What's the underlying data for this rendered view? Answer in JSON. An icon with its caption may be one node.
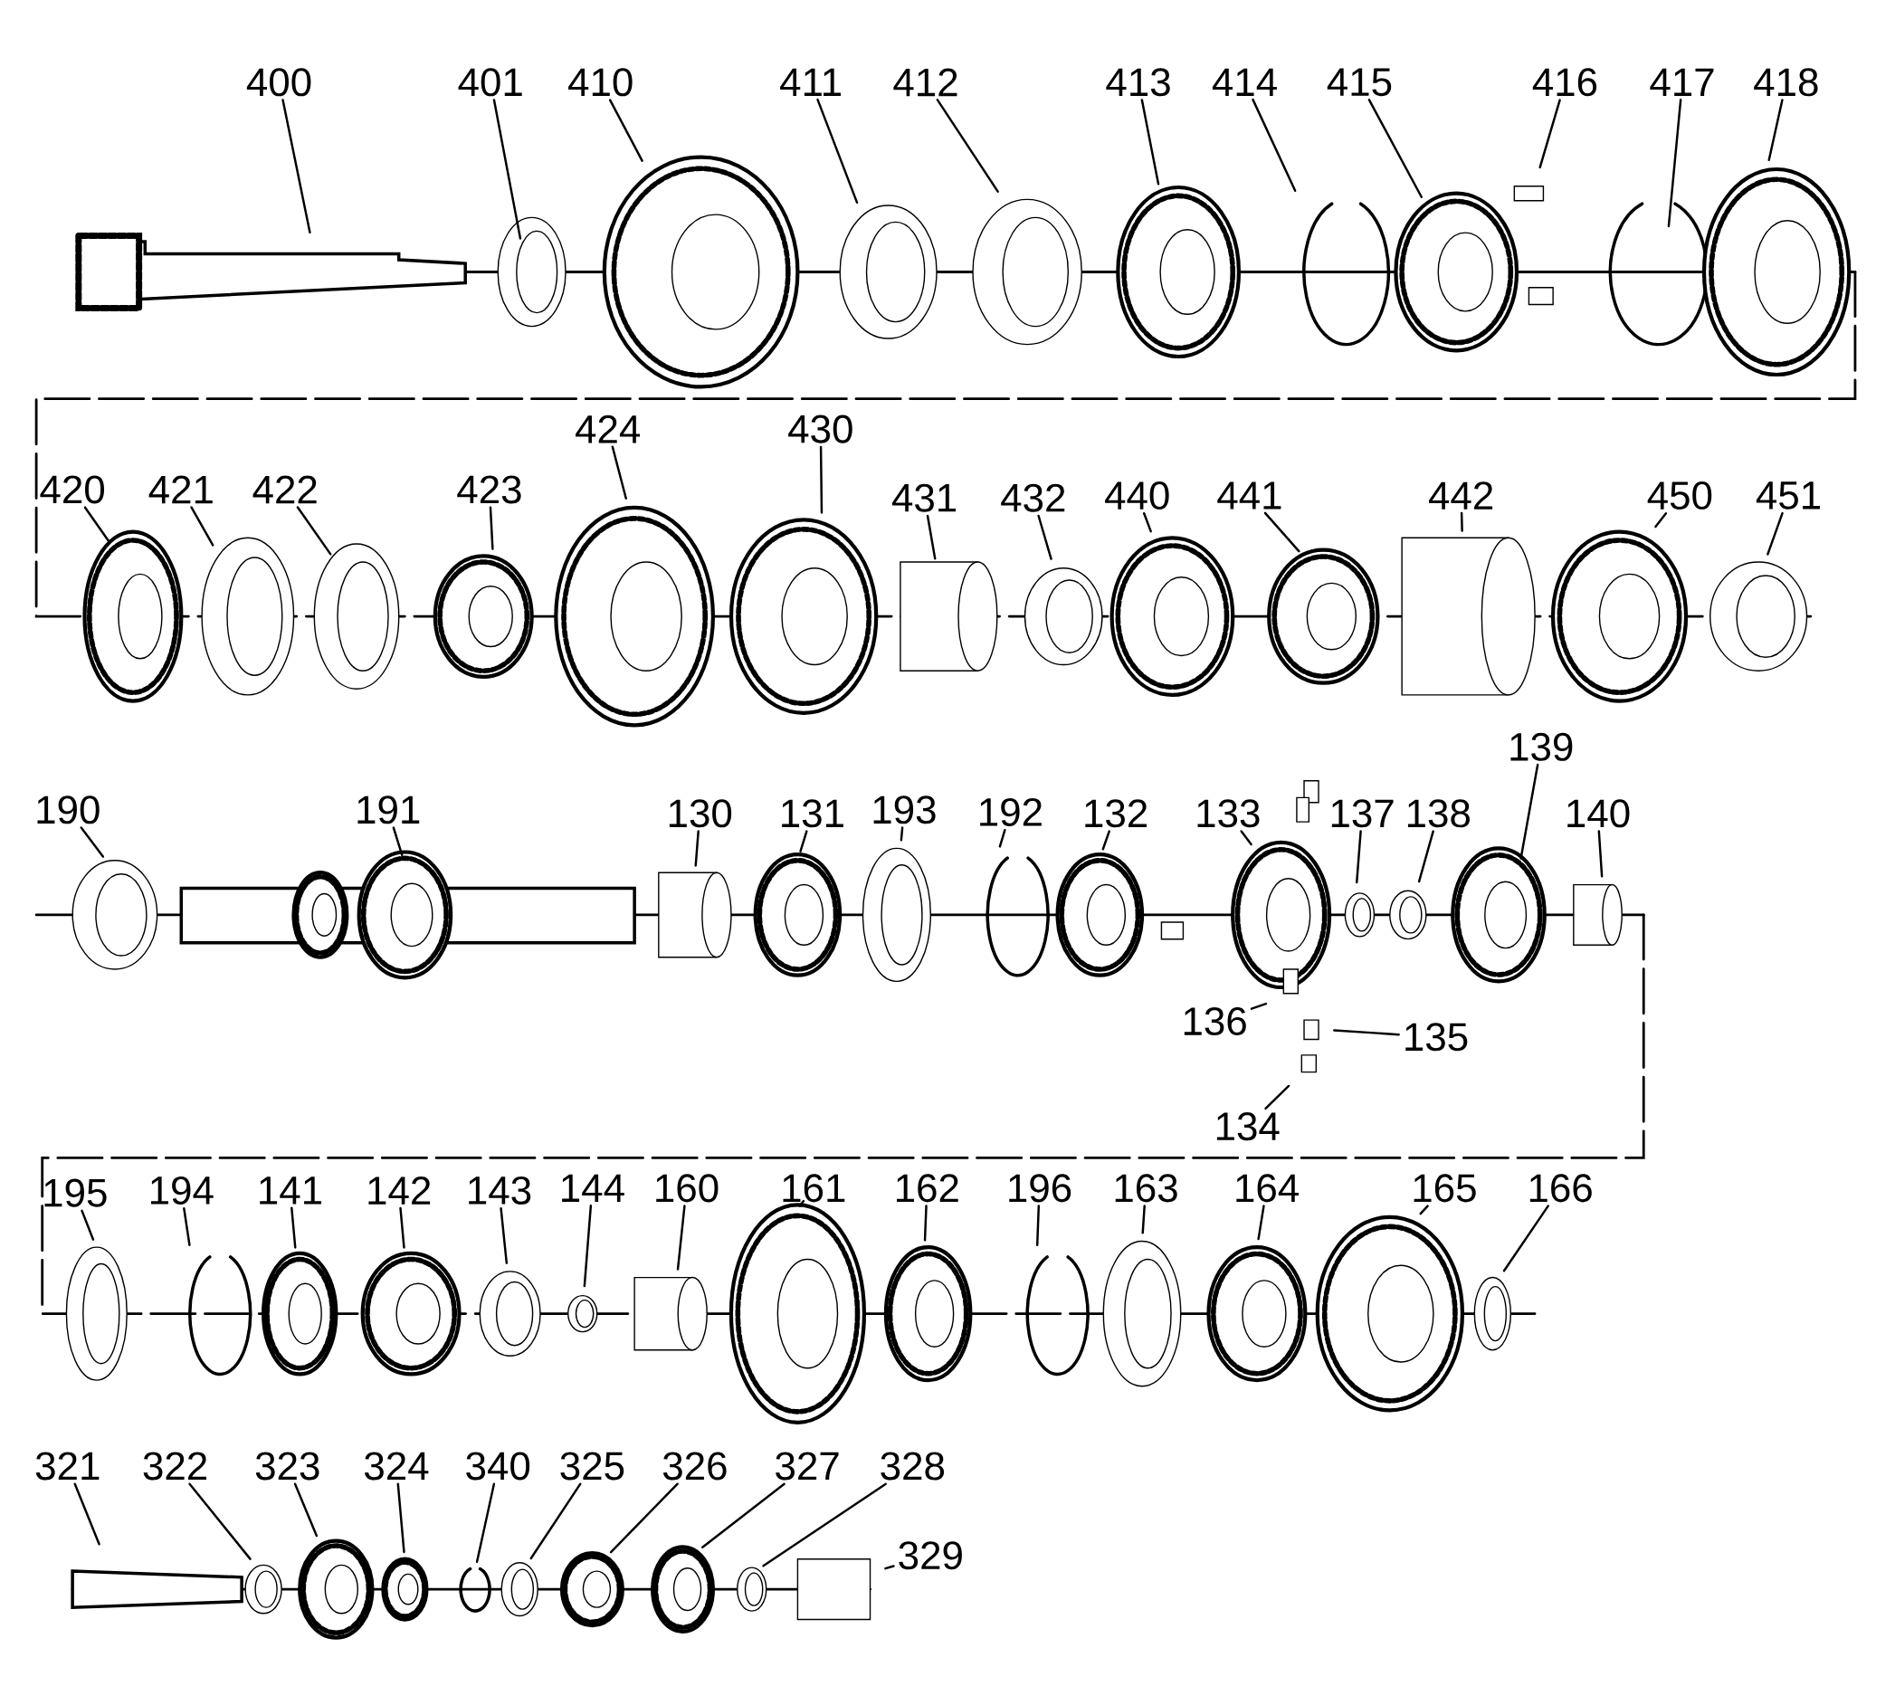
{
  "diagram": {
    "nodes": [
      {
        "text": [
          "400"
        ]
      },
      {
        "text": [
          "401"
        ]
      },
      {
        "text": [
          "410"
        ]
      },
      {
        "text": [
          "411"
        ]
      },
      {
        "text": [
          "412"
        ]
      },
      {
        "text": [
          "413"
        ]
      },
      {
        "text": [
          "414"
        ]
      },
      {
        "text": [
          "415"
        ]
      },
      {
        "text": [
          "416"
        ]
      },
      {
        "text": [
          "417"
        ]
      },
      {
        "text": [
          "418"
        ]
      },
      {
        "text": [
          "420"
        ]
      },
      {
        "text": [
          "421"
        ]
      },
      {
        "text": [
          "422"
        ]
      },
      {
        "text": [
          "423"
        ]
      },
      {
        "text": [
          "424"
        ]
      },
      {
        "text": [
          "430"
        ]
      },
      {
        "text": [
          "431"
        ]
      },
      {
        "text": [
          "432"
        ]
      },
      {
        "text": [
          "440"
        ]
      },
      {
        "text": [
          "441"
        ]
      },
      {
        "text": [
          "442"
        ]
      },
      {
        "text": [
          "450"
        ]
      },
      {
        "text": [
          "451"
        ]
      },
      {
        "text": [
          "190"
        ]
      },
      {
        "text": [
          "191"
        ]
      },
      {
        "text": [
          "130"
        ]
      },
      {
        "text": [
          "131"
        ]
      },
      {
        "text": [
          "193"
        ]
      },
      {
        "text": [
          "192"
        ]
      },
      {
        "text": [
          "132"
        ]
      },
      {
        "text": [
          "133"
        ]
      },
      {
        "text": [
          "137"
        ]
      },
      {
        "text": [
          "138"
        ]
      },
      {
        "text": [
          "139"
        ]
      },
      {
        "text": [
          "140"
        ]
      },
      {
        "text": [
          "136"
        ]
      },
      {
        "text": [
          "135"
        ]
      },
      {
        "text": [
          "134"
        ]
      },
      {
        "text": [
          "195"
        ]
      },
      {
        "text": [
          "194"
        ]
      },
      {
        "text": [
          "141"
        ]
      },
      {
        "text": [
          "142"
        ]
      },
      {
        "text": [
          "143"
        ]
      },
      {
        "text": [
          "144"
        ]
      },
      {
        "text": [
          "160"
        ]
      },
      {
        "text": [
          "161"
        ]
      },
      {
        "text": [
          "162"
        ]
      },
      {
        "text": [
          "196"
        ]
      },
      {
        "text": [
          "163"
        ]
      },
      {
        "text": [
          "164"
        ]
      },
      {
        "text": [
          "165"
        ]
      },
      {
        "text": [
          "166"
        ]
      },
      {
        "text": [
          "321"
        ]
      },
      {
        "text": [
          "322"
        ]
      },
      {
        "text": [
          "323"
        ]
      },
      {
        "text": [
          "324"
        ]
      },
      {
        "text": [
          "340"
        ]
      },
      {
        "text": [
          "325"
        ]
      },
      {
        "text": [
          "326"
        ]
      },
      {
        "text": [
          "327"
        ]
      },
      {
        "text": [
          "328"
        ]
      },
      {
        "text": [
          "329"
        ]
      }
    ],
    "edges": [
      {
        "from": 0,
        "to": null,
        "arrow": "none"
      },
      {
        "from": 1,
        "to": null,
        "arrow": "none"
      },
      {
        "from": 2,
        "to": null,
        "arrow": "none"
      },
      {
        "from": 3,
        "to": null,
        "arrow": "none"
      },
      {
        "from": 4,
        "to": null,
        "arrow": "none"
      },
      {
        "from": 5,
        "to": null,
        "arrow": "none"
      },
      {
        "from": 6,
        "to": null,
        "arrow": "none"
      },
      {
        "from": 7,
        "to": null,
        "arrow": "none"
      },
      {
        "from": 8,
        "to": null,
        "arrow": "none"
      },
      {
        "from": 9,
        "to": null,
        "arrow": "none"
      },
      {
        "from": 10,
        "to": null,
        "arrow": "none"
      },
      {
        "from": 11,
        "to": null,
        "arrow": "none"
      },
      {
        "from": 12,
        "to": null,
        "arrow": "none"
      },
      {
        "from": 13,
        "to": null,
        "arrow": "none"
      },
      {
        "from": 14,
        "to": null,
        "arrow": "none"
      },
      {
        "from": 15,
        "to": null,
        "arrow": "none"
      },
      {
        "from": 16,
        "to": null,
        "arrow": "none"
      },
      {
        "from": 17,
        "to": null,
        "arrow": "none"
      },
      {
        "from": 18,
        "to": null,
        "arrow": "none"
      },
      {
        "from": 19,
        "to": null,
        "arrow": "none"
      },
      {
        "from": 20,
        "to": null,
        "arrow": "none"
      },
      {
        "from": 21,
        "to": null,
        "arrow": "none"
      },
      {
        "from": 22,
        "to": null,
        "arrow": "none"
      },
      {
        "from": 23,
        "to": null,
        "arrow": "none"
      },
      {
        "from": 24,
        "to": null,
        "arrow": "none"
      },
      {
        "from": 25,
        "to": null,
        "arrow": "none"
      },
      {
        "from": 26,
        "to": null,
        "arrow": "none"
      },
      {
        "from": 27,
        "to": null,
        "arrow": "none"
      },
      {
        "from": 28,
        "to": null,
        "arrow": "none"
      },
      {
        "from": 29,
        "to": null,
        "arrow": "none"
      },
      {
        "from": 30,
        "to": null,
        "arrow": "none"
      },
      {
        "from": 31,
        "to": null,
        "arrow": "none"
      },
      {
        "from": 32,
        "to": null,
        "arrow": "none"
      },
      {
        "from": 33,
        "to": null,
        "arrow": "none"
      },
      {
        "from": 34,
        "to": null,
        "arrow": "none"
      },
      {
        "from": 35,
        "to": null,
        "arrow": "none"
      },
      {
        "from": 36,
        "to": null,
        "arrow": "none"
      },
      {
        "from": 37,
        "to": null,
        "arrow": "none"
      },
      {
        "from": 38,
        "to": null,
        "arrow": "none"
      },
      {
        "from": 39,
        "to": null,
        "arrow": "none"
      },
      {
        "from": 40,
        "to": null,
        "arrow": "none"
      },
      {
        "from": 41,
        "to": null,
        "arrow": "none"
      },
      {
        "from": 42,
        "to": null,
        "arrow": "none"
      },
      {
        "from": 43,
        "to": null,
        "arrow": "none"
      },
      {
        "from": 44,
        "to": null,
        "arrow": "none"
      },
      {
        "from": 45,
        "to": null,
        "arrow": "none"
      },
      {
        "from": 46,
        "to": null,
        "arrow": "none"
      },
      {
        "from": 47,
        "to": null,
        "arrow": "none"
      },
      {
        "from": 48,
        "to": null,
        "arrow": "none"
      },
      {
        "from": 49,
        "to": null,
        "arrow": "none"
      },
      {
        "from": 50,
        "to": null,
        "arrow": "none"
      },
      {
        "from": 51,
        "to": null,
        "arrow": "none"
      },
      {
        "from": 52,
        "to": null,
        "arrow": "none"
      },
      {
        "from": 53,
        "to": null,
        "arrow": "none"
      },
      {
        "from": 54,
        "to": null,
        "arrow": "none"
      },
      {
        "from": 55,
        "to": null,
        "arrow": "none"
      },
      {
        "from": 56,
        "to": null,
        "arrow": "none"
      },
      {
        "from": 57,
        "to": null,
        "arrow": "none"
      },
      {
        "from": 58,
        "to": null,
        "arrow": "none"
      },
      {
        "from": 59,
        "to": null,
        "arrow": "none"
      },
      {
        "from": 60,
        "to": null,
        "arrow": "none"
      },
      {
        "from": 61,
        "to": null,
        "arrow": "none"
      },
      {
        "from": 62,
        "to": null,
        "arrow": "none"
      }
    ]
  }
}
